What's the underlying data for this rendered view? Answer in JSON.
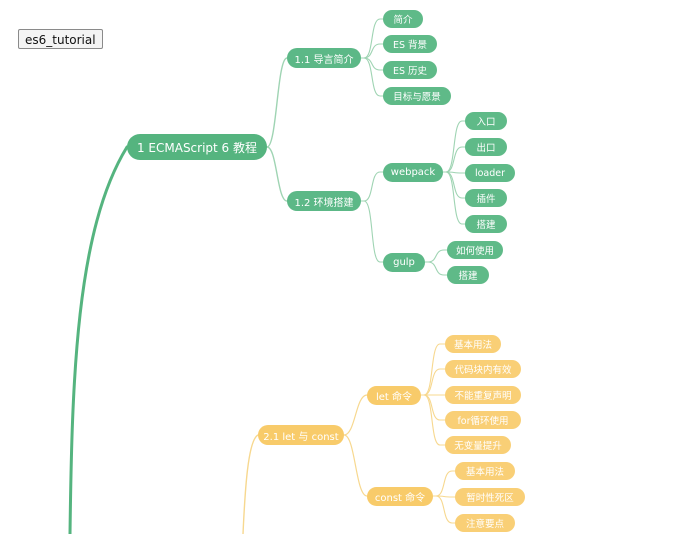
{
  "tab": {
    "label": "es6_tutorial"
  },
  "colors": {
    "green_branch": "#55b47f",
    "green_line": "#9fd4b3",
    "orange_branch": "#f8cb6a",
    "orange_line": "#f7d88f"
  },
  "mindmap": {
    "section1": {
      "title": "1 ECMAScript 6 教程",
      "sub1": {
        "title": "1.1 导言简介",
        "items": [
          "简介",
          "ES 背景",
          "ES 历史",
          "目标与愿景"
        ]
      },
      "sub2": {
        "title": "1.2 环境搭建",
        "webpack": {
          "title": "webpack",
          "items": [
            "入口",
            "出口",
            "loader",
            "插件",
            "搭建"
          ]
        },
        "gulp": {
          "title": "gulp",
          "items": [
            "如何使用",
            "搭建"
          ]
        }
      }
    },
    "section2": {
      "sub1": {
        "title": "2.1 let 与 const",
        "let": {
          "title": "let 命令",
          "items": [
            "基本用法",
            "代码块内有效",
            "不能重复声明",
            "for循环使用",
            "无变量提升"
          ]
        },
        "const": {
          "title": "const 命令",
          "items": [
            "基本用法",
            "暂时性死区",
            "注意要点"
          ]
        }
      }
    }
  }
}
